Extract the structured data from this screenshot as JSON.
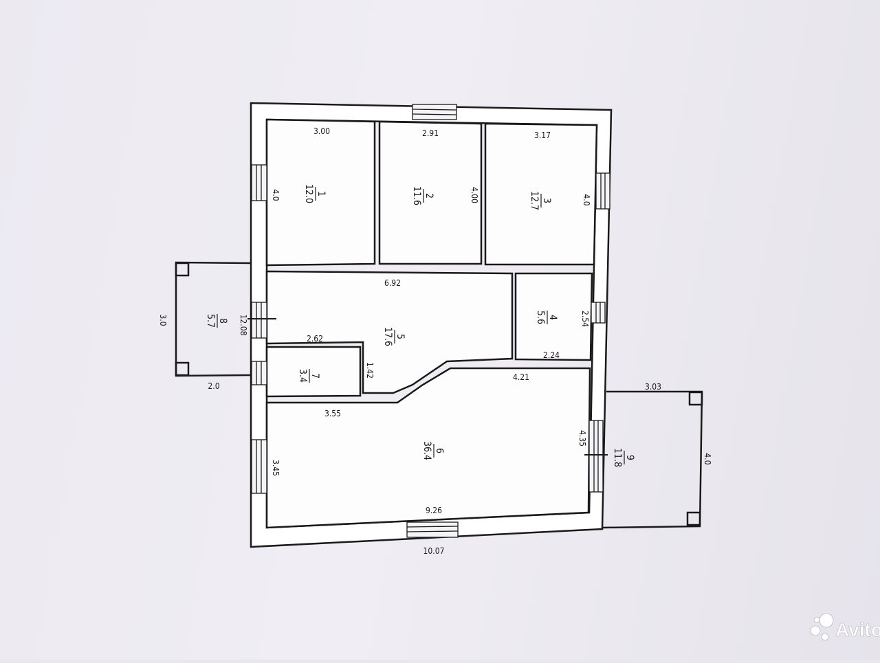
{
  "rooms": [
    {
      "number": "1",
      "area": "12.0"
    },
    {
      "number": "2",
      "area": "11.6"
    },
    {
      "number": "3",
      "area": "12.7"
    },
    {
      "number": "4",
      "area": "5.6"
    },
    {
      "number": "5",
      "area": "17.6"
    },
    {
      "number": "6",
      "area": "36.4"
    },
    {
      "number": "7",
      "area": "3.4"
    },
    {
      "number": "8",
      "area": "5.7"
    },
    {
      "number": "9",
      "area": "11.8"
    }
  ],
  "dimensions": {
    "room1_width": "3.00",
    "room1_depth": "4.0",
    "room2_width": "2.91",
    "room2_depth": "4.00",
    "room3_width": "3.17",
    "room3_depth": "4.0",
    "hall_width": "6.92",
    "hall_left": "12.08",
    "closet_width": "2.62",
    "closet_depth": "1.42",
    "room4_depth": "2.54",
    "room4_width": "2.24",
    "room6_top_right": "4.21",
    "room6_top_left": "3.55",
    "room6_left": "3.45",
    "room6_right": "4.35",
    "room6_bottom": "9.26",
    "overall_width": "10.07",
    "porch8_depth": "3.0",
    "porch8_width": "2.0",
    "porch9_width": "3.03",
    "porch9_depth": "4.0"
  },
  "watermark": "Avito",
  "colors": {
    "ink": "#1a1a1a",
    "paper": "#ece9f1"
  }
}
